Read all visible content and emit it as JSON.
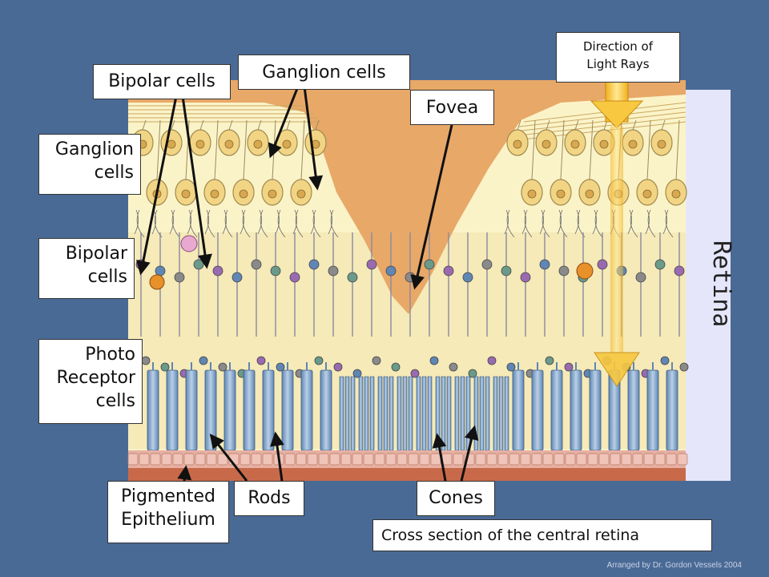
{
  "labels": {
    "bipolar_top": "Bipolar cells",
    "ganglion_top": "Ganglion cells",
    "fovea": "Fovea",
    "direction": "Direction of\nLight Rays",
    "ganglion_side": "Ganglion\ncells",
    "bipolar_side": "Bipolar\ncells",
    "photoreceptor_side": "Photo\nReceptor\ncells",
    "pigmented": "Pigmented\nEpithelium",
    "rods": "Rods",
    "cones": "Cones",
    "caption": "Cross section of the central retina",
    "retina": "Retina"
  },
  "credit": "Arranged by Dr. Gordon Vessels 2004",
  "colors": {
    "slide_bg": "#4a6a96",
    "vitreous": "#e8a868",
    "tissue": "#fbf3c8",
    "ganglion_cell": "#f2d584",
    "epithelium": "#e7b0a2",
    "retina_band": "#e6e6fa"
  }
}
